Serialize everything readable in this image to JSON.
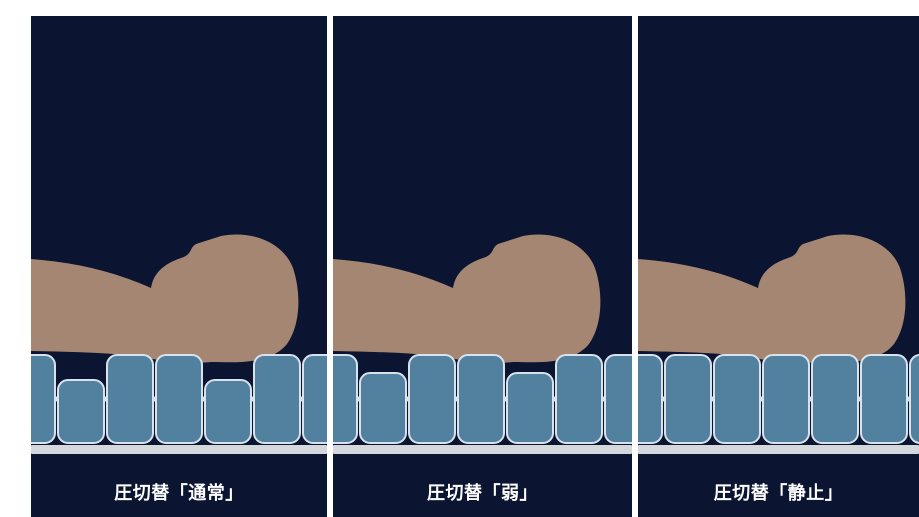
{
  "panels": [
    {
      "id": "normal",
      "caption": "圧切替「通常」",
      "cells": [
        "high",
        "low",
        "high",
        "high",
        "low",
        "high",
        "high"
      ]
    },
    {
      "id": "weak",
      "caption": "圧切替「弱」",
      "cells": [
        "high",
        "mid",
        "high",
        "high",
        "mid",
        "high",
        "high"
      ]
    },
    {
      "id": "still",
      "caption": "圧切替「静止」",
      "cells": [
        "high",
        "high",
        "high",
        "high",
        "high",
        "high",
        "high"
      ]
    }
  ],
  "colors": {
    "background": "#0b1430",
    "divider": "#ffffff",
    "cell_fill": "#5281a0",
    "cell_stroke": "#d9e2ea",
    "base_bar": "#d4d8dc",
    "silhouette": "#a48672",
    "caption_text": "#ffffff"
  },
  "illustration": {
    "subject": "person-lying-on-air-mattress",
    "cell_states": [
      "high",
      "mid",
      "low"
    ]
  }
}
